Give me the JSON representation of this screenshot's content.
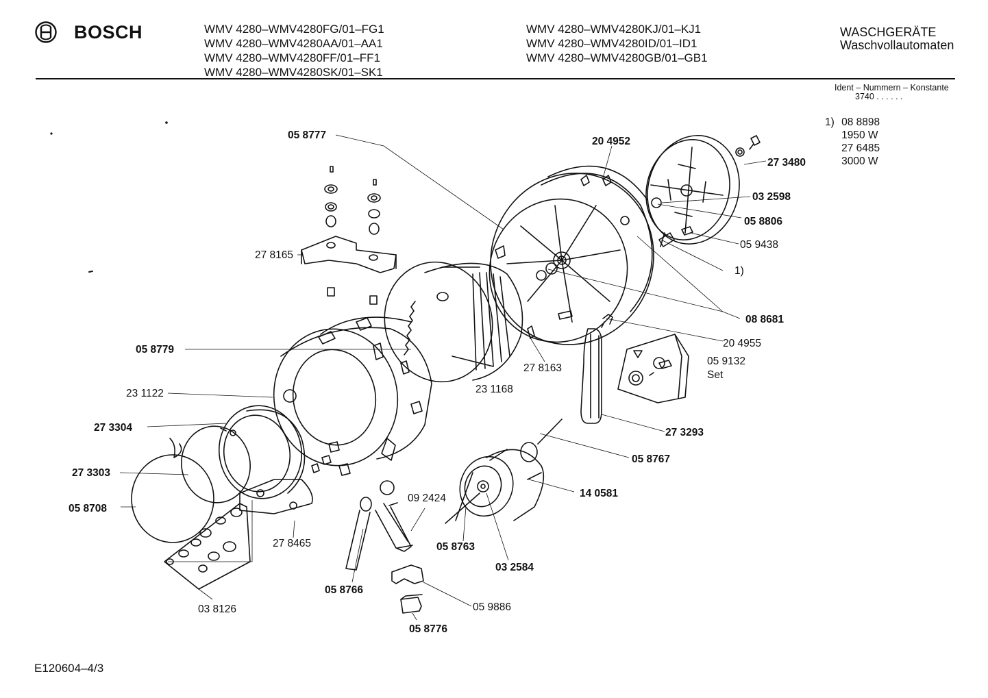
{
  "header": {
    "brand": "BOSCH",
    "models_left": [
      "WMV 4280–WMV4280FG/01–FG1",
      "WMV 4280–WMV4280AA/01–AA1",
      "WMV 4280–WMV4280FF/01–FF1",
      "WMV 4280–WMV4280SK/01–SK1"
    ],
    "models_right": [
      "WMV 4280–WMV4280KJ/01–KJ1",
      "WMV 4280–WMV4280ID/01–ID1",
      "WMV 4280–WMV4280GB/01–GB1"
    ],
    "category": "WASCHGERÄTE",
    "subcategory": "Waschvollautomaten"
  },
  "ident": {
    "label": "Ident – Nummern – Konstante",
    "code": "3740  . .   . . . ."
  },
  "note": {
    "marker": "1)",
    "lines": [
      "08 8898",
      "1950 W",
      "27 6485",
      "3000 W"
    ]
  },
  "part_labels": [
    {
      "text": "05 8777",
      "bold": true
    },
    {
      "text": "20 4952",
      "bold": true
    },
    {
      "text": "27 3480",
      "bold": true
    },
    {
      "text": "03 2598",
      "bold": true
    },
    {
      "text": "05 8806",
      "bold": true
    },
    {
      "text": "05 9438",
      "bold": false
    },
    {
      "text": "1)",
      "bold": false
    },
    {
      "text": "27 8165",
      "bold": false
    },
    {
      "text": "08 8681",
      "bold": true
    },
    {
      "text": "20 4955",
      "bold": false
    },
    {
      "text": "05 8779",
      "bold": true
    },
    {
      "text": "27 8163",
      "bold": false
    },
    {
      "text": "05 9132",
      "bold": false
    },
    {
      "text": "Set",
      "bold": false
    },
    {
      "text": "23 1122",
      "bold": false
    },
    {
      "text": "23 1168",
      "bold": false
    },
    {
      "text": "27 3304",
      "bold": true
    },
    {
      "text": "27 3293",
      "bold": true
    },
    {
      "text": "05 8767",
      "bold": true
    },
    {
      "text": "27 3303",
      "bold": true
    },
    {
      "text": "14 0581",
      "bold": true
    },
    {
      "text": "09 2424",
      "bold": false
    },
    {
      "text": "05 8708",
      "bold": true
    },
    {
      "text": "27 8465",
      "bold": false
    },
    {
      "text": "05 8763",
      "bold": true
    },
    {
      "text": "03 2584",
      "bold": true
    },
    {
      "text": "05 8766",
      "bold": true
    },
    {
      "text": "03 8126",
      "bold": false
    },
    {
      "text": "05 9886",
      "bold": false
    },
    {
      "text": "05 8776",
      "bold": true
    }
  ],
  "footer": {
    "doc_id": "E120604–4/3"
  }
}
